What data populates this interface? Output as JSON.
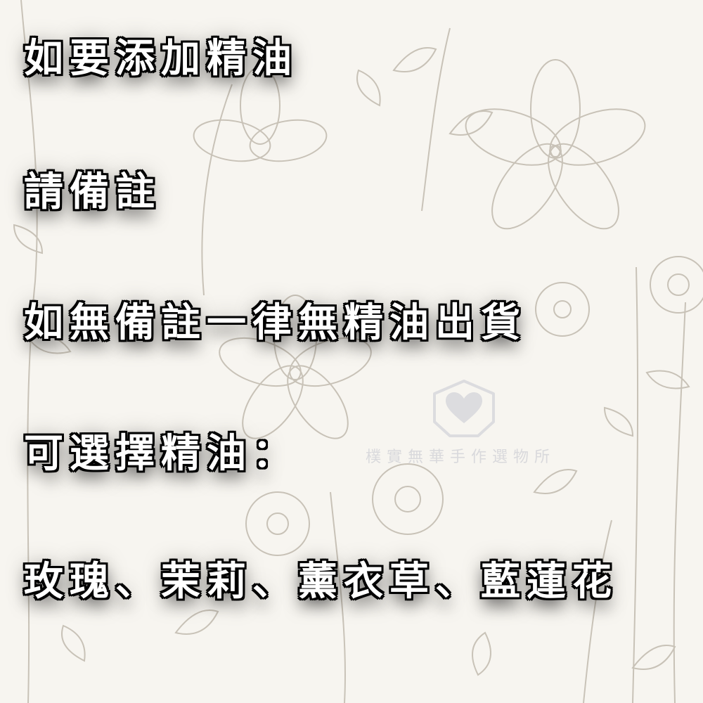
{
  "lines": [
    "如要添加精油",
    "請備註",
    "如無備註一律無精油出貨",
    "可選擇精油：",
    "玫瑰、茉莉、薰衣草、藍蓮花"
  ],
  "watermark": {
    "icon": "heart-icon",
    "text": "樸實無華手作選物所"
  },
  "colors": {
    "background": "#f7f5f0",
    "floral_line": "#b9b2a6",
    "text_fill": "#ffffff",
    "text_outline": "#000000",
    "watermark": "#d9d9dc"
  }
}
